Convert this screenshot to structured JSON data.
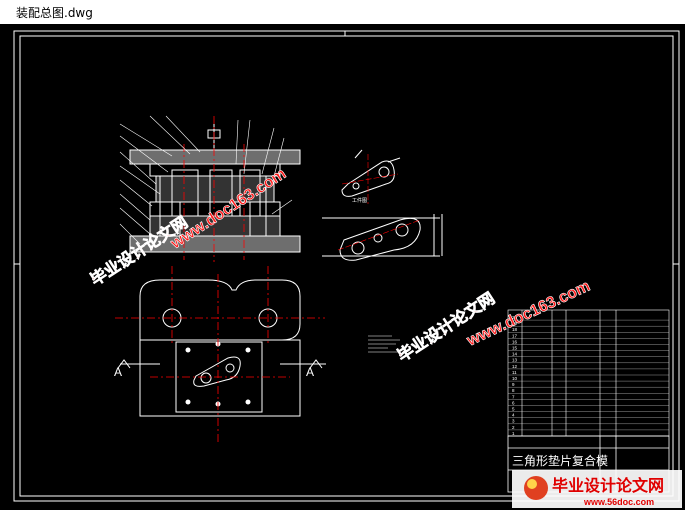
{
  "window": {
    "title": "装配总图.dwg"
  },
  "drawing": {
    "title_block_name": "三角形垫片复合模",
    "section_marker": "A",
    "view_label": "工件图"
  },
  "watermarks": {
    "url_text": "www.doc163.com",
    "cn_text": "毕业设计论文网",
    "logo_text": "毕业设计论文网",
    "logo_url": "www.56doc.com"
  },
  "parts_list": {
    "row_numbers": [
      "20",
      "19",
      "18",
      "17",
      "16",
      "15",
      "14",
      "13",
      "12",
      "11",
      "10",
      "9",
      "8",
      "7",
      "6",
      "5",
      "4",
      "3",
      "2",
      "1"
    ]
  },
  "colors": {
    "background": "#000000",
    "line": "#ffffff",
    "center_line": "#ff0000",
    "watermark": "#ff0000"
  }
}
